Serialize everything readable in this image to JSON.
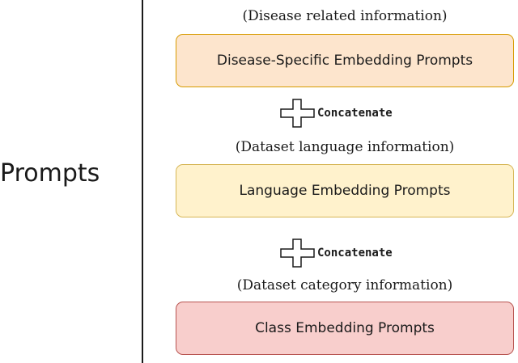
{
  "left_label": "Prompts",
  "stages": [
    {
      "caption": "(Disease related information)",
      "box_label": "Disease-Specific Embedding Prompts",
      "fill": "#fde5cd",
      "stroke": "#d79b00"
    },
    {
      "caption": "(Dataset language information)",
      "box_label": "Language Embedding Prompts",
      "fill": "#fff2cc",
      "stroke": "#d6b656"
    },
    {
      "caption": "(Dataset category information)",
      "box_label": "Class Embedding Prompts",
      "fill": "#f8cecc",
      "stroke": "#b85450"
    }
  ],
  "connectors": [
    {
      "label": "Concatenate",
      "icon": "plus-icon"
    },
    {
      "label": "Concatenate",
      "icon": "plus-icon"
    }
  ]
}
